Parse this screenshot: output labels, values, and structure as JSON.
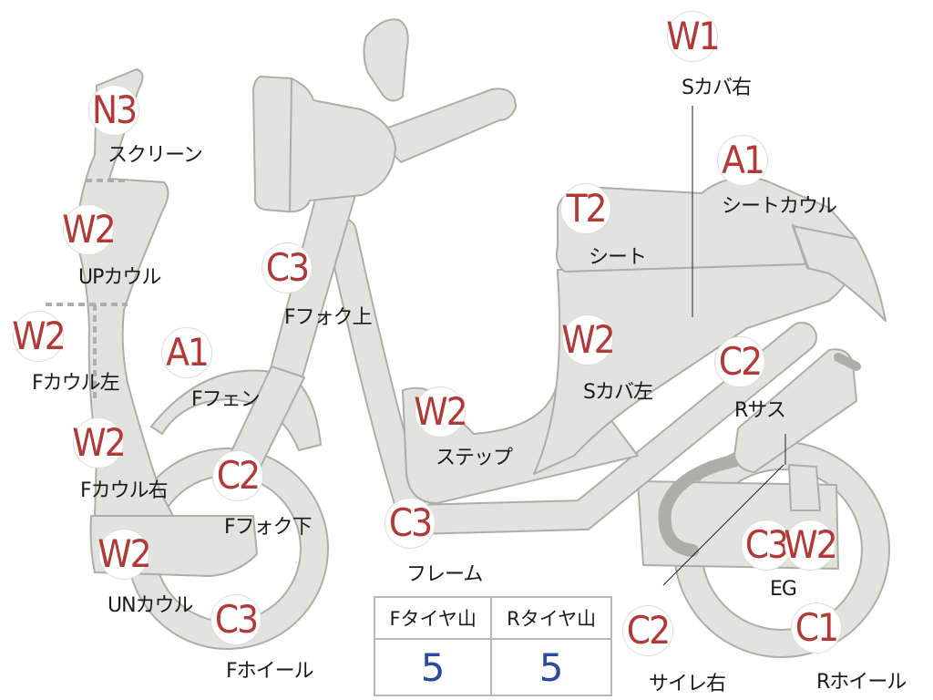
{
  "parts": [
    {
      "id": "N3-screen",
      "rank": "N3",
      "name": "スクリーン"
    },
    {
      "id": "W2-up-cowl",
      "rank": "W2",
      "name": "UPカウル"
    },
    {
      "id": "W2-f-cowl-left",
      "rank": "W2",
      "name": "Fカウル左"
    },
    {
      "id": "W2-f-cowl-right",
      "rank": "W2",
      "name": "Fカウル右"
    },
    {
      "id": "W2-un-cowl",
      "rank": "W2",
      "name": "UNカウル"
    },
    {
      "id": "A1-f-fender",
      "rank": "A1",
      "name": "Fフェン"
    },
    {
      "id": "C3-f-fork-upper",
      "rank": "C3",
      "name": "Fフォク上"
    },
    {
      "id": "C2-f-fork-lower",
      "rank": "C2",
      "name": "Fフォク下"
    },
    {
      "id": "C3-f-wheel",
      "rank": "C3",
      "name": "Fホイール"
    },
    {
      "id": "W2-step",
      "rank": "W2",
      "name": "ステップ"
    },
    {
      "id": "C3-frame",
      "rank": "C3",
      "name": "フレーム"
    },
    {
      "id": "T2-seat",
      "rank": "T2",
      "name": "シート"
    },
    {
      "id": "W2-s-cover-left",
      "rank": "W2",
      "name": "Sカバ左"
    },
    {
      "id": "W1-s-cover-right",
      "rank": "W1",
      "name": "Sカバ右"
    },
    {
      "id": "A1-seat-cowl",
      "rank": "A1",
      "name": "シートカウル"
    },
    {
      "id": "C2-r-sus",
      "rank": "C2",
      "name": "Rサス"
    },
    {
      "id": "C3-eg",
      "rank": "C3",
      "name": "EG"
    },
    {
      "id": "W2-eg",
      "rank": "W2",
      "name": ""
    },
    {
      "id": "C1-r-wheel",
      "rank": "C1",
      "name": "Rホイール"
    },
    {
      "id": "C2-muffler-right",
      "rank": "C2",
      "name": "サイレ右"
    }
  ],
  "tread": {
    "front_label": "Fタイヤ山",
    "rear_label": "Rタイヤ山",
    "front_value": "5",
    "rear_value": "5"
  },
  "colors": {
    "part_fill": "#e2e2de",
    "part_stroke": "#aeaea8",
    "rank_text": "#b03a38",
    "tread_value": "#2d4b9c"
  }
}
